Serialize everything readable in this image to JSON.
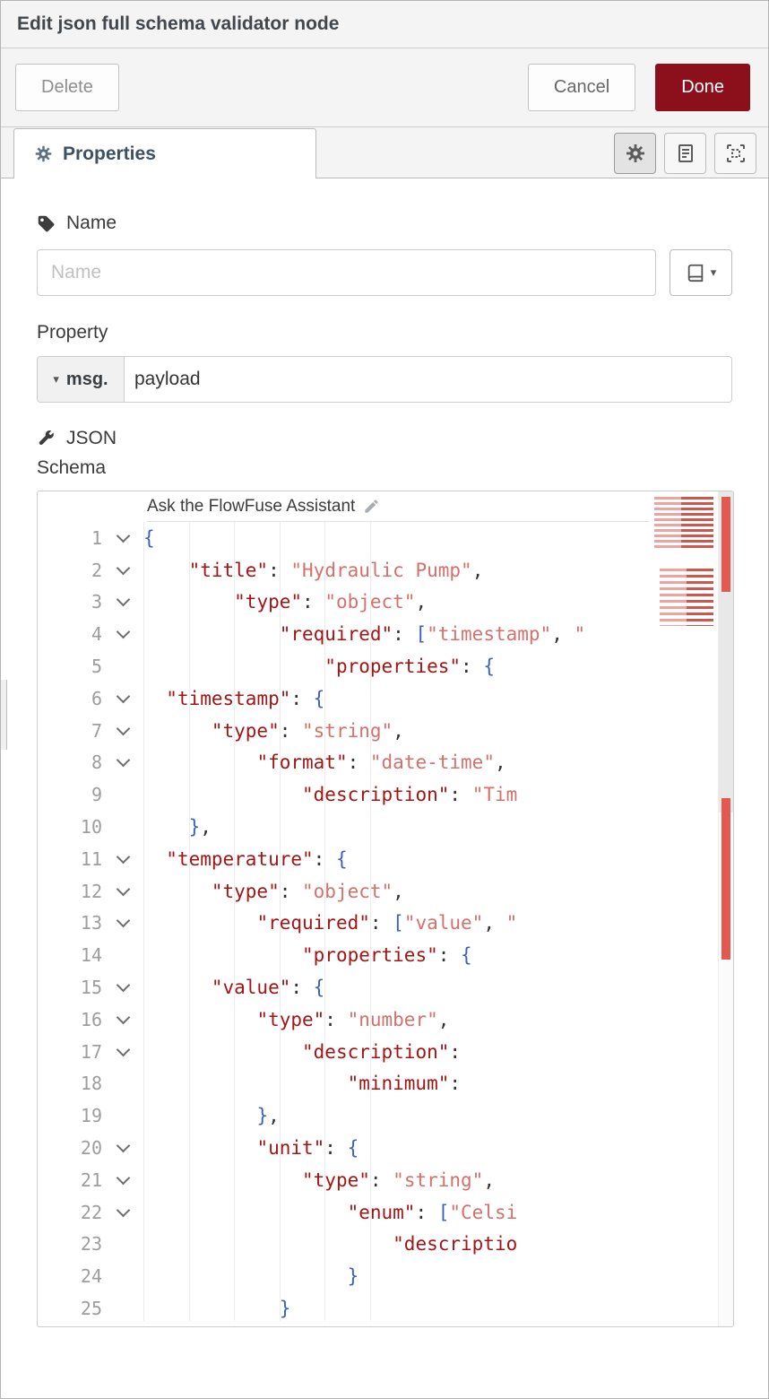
{
  "header": {
    "title": "Edit json full schema validator node"
  },
  "toolbar": {
    "delete": "Delete",
    "cancel": "Cancel",
    "done": "Done"
  },
  "tabs": {
    "properties": "Properties"
  },
  "form": {
    "name_label": "Name",
    "name_placeholder": "Name",
    "name_value": "",
    "property_label": "Property",
    "property_prefix": "msg.",
    "property_value": "payload",
    "json_label": "JSON",
    "schema_label": "Schema"
  },
  "editor": {
    "assistant_label": "Ask the FlowFuse Assistant",
    "colors": {
      "key": "#a31515",
      "string_value": "#d4716a",
      "brace": "#3c5fc0",
      "error_squiggle": "#e13b30",
      "done_button": "#8C101C",
      "minimap_error": "#e4584f"
    },
    "lines": [
      {
        "n": 1,
        "f": true,
        "i": 0,
        "t": [
          [
            "b",
            "{"
          ]
        ]
      },
      {
        "n": 2,
        "f": true,
        "i": 4,
        "t": [
          [
            "k",
            "\"title\""
          ],
          [
            "p",
            ": "
          ],
          [
            "v",
            "\"Hydraulic Pump\"",
            "u"
          ],
          [
            "p",
            ",",
            "u"
          ]
        ]
      },
      {
        "n": 3,
        "f": true,
        "i": 8,
        "t": [
          [
            "k",
            "\"type\""
          ],
          [
            "p",
            ": "
          ],
          [
            "v",
            "\"object\"",
            "u"
          ],
          [
            "p",
            ","
          ]
        ]
      },
      {
        "n": 4,
        "f": true,
        "i": 12,
        "t": [
          [
            "k",
            "\"required\""
          ],
          [
            "p",
            ": "
          ],
          [
            "b",
            "[",
            "u"
          ],
          [
            "v",
            "\"timestamp\"",
            "u"
          ],
          [
            "p",
            ", ",
            "u"
          ],
          [
            "v",
            "\"",
            "u"
          ]
        ]
      },
      {
        "n": 5,
        "f": false,
        "i": 16,
        "t": [
          [
            "k",
            "\"properties\""
          ],
          [
            "p",
            ": ",
            "u"
          ],
          [
            "b",
            "{"
          ]
        ]
      },
      {
        "n": 6,
        "f": true,
        "i": 2,
        "t": [
          [
            "k",
            "\"timestamp\""
          ],
          [
            "p",
            ": ",
            "u"
          ],
          [
            "b",
            "{"
          ]
        ]
      },
      {
        "n": 7,
        "f": true,
        "i": 6,
        "t": [
          [
            "k",
            "\"type\""
          ],
          [
            "p",
            ": "
          ],
          [
            "v",
            "\"string\"",
            "u"
          ],
          [
            "p",
            ","
          ]
        ]
      },
      {
        "n": 8,
        "f": true,
        "i": 10,
        "t": [
          [
            "k",
            "\"format\""
          ],
          [
            "p",
            ": "
          ],
          [
            "v",
            "\"date-time\"",
            "u"
          ],
          [
            "p",
            ","
          ]
        ]
      },
      {
        "n": 9,
        "f": false,
        "i": 14,
        "t": [
          [
            "k",
            "\"description\""
          ],
          [
            "p",
            ": "
          ],
          [
            "v",
            "\"Tim"
          ]
        ]
      },
      {
        "n": 10,
        "f": false,
        "i": 4,
        "t": [
          [
            "b",
            "}"
          ],
          [
            "p",
            ",",
            "u"
          ]
        ]
      },
      {
        "n": 11,
        "f": true,
        "i": 2,
        "t": [
          [
            "k",
            "\"temperature\""
          ],
          [
            "p",
            ": ",
            "u"
          ],
          [
            "b",
            "{"
          ]
        ]
      },
      {
        "n": 12,
        "f": true,
        "i": 6,
        "t": [
          [
            "k",
            "\"type\""
          ],
          [
            "p",
            ": "
          ],
          [
            "v",
            "\"object\"",
            "u"
          ],
          [
            "p",
            ","
          ]
        ]
      },
      {
        "n": 13,
        "f": true,
        "i": 10,
        "t": [
          [
            "k",
            "\"required\""
          ],
          [
            "p",
            ": "
          ],
          [
            "b",
            "[",
            "u"
          ],
          [
            "v",
            "\"value\"",
            "u"
          ],
          [
            "p",
            ", ",
            "u"
          ],
          [
            "v",
            "\"",
            "u"
          ]
        ]
      },
      {
        "n": 14,
        "f": false,
        "i": 14,
        "t": [
          [
            "k",
            "\"properties\""
          ],
          [
            "p",
            ": ",
            "u"
          ],
          [
            "b",
            "{"
          ]
        ]
      },
      {
        "n": 15,
        "f": true,
        "i": 6,
        "t": [
          [
            "k",
            "\"value\""
          ],
          [
            "p",
            ": "
          ],
          [
            "b",
            "{",
            "u"
          ]
        ]
      },
      {
        "n": 16,
        "f": true,
        "i": 10,
        "t": [
          [
            "k",
            "\"type\""
          ],
          [
            "p",
            ": "
          ],
          [
            "v",
            "\"number\"",
            "u"
          ],
          [
            "p",
            ","
          ]
        ]
      },
      {
        "n": 17,
        "f": true,
        "i": 14,
        "t": [
          [
            "k",
            "\"description\""
          ],
          [
            "p",
            ":",
            "u"
          ]
        ]
      },
      {
        "n": 18,
        "f": false,
        "i": 18,
        "t": [
          [
            "k",
            "\"minimum\""
          ],
          [
            "p",
            ":",
            "u"
          ]
        ]
      },
      {
        "n": 19,
        "f": false,
        "i": 10,
        "t": [
          [
            "b",
            "}"
          ],
          [
            "p",
            ",",
            "u"
          ]
        ]
      },
      {
        "n": 20,
        "f": true,
        "i": 10,
        "t": [
          [
            "k",
            "\"unit\""
          ],
          [
            "p",
            ": "
          ],
          [
            "b",
            "{",
            "u"
          ]
        ]
      },
      {
        "n": 21,
        "f": true,
        "i": 14,
        "t": [
          [
            "k",
            "\"type\""
          ],
          [
            "p",
            ": "
          ],
          [
            "v",
            "\"string\"",
            "u"
          ],
          [
            "p",
            ","
          ]
        ]
      },
      {
        "n": 22,
        "f": true,
        "i": 18,
        "t": [
          [
            "k",
            "\"enum\""
          ],
          [
            "p",
            ": "
          ],
          [
            "b",
            "[",
            "u"
          ],
          [
            "v",
            "\"Celsi",
            "u"
          ]
        ]
      },
      {
        "n": 23,
        "f": false,
        "i": 22,
        "t": [
          [
            "k",
            "\"descriptio"
          ]
        ]
      },
      {
        "n": 24,
        "f": false,
        "i": 18,
        "t": [
          [
            "b",
            "}"
          ]
        ]
      },
      {
        "n": 25,
        "f": false,
        "i": 12,
        "t": [
          [
            "b",
            "}"
          ]
        ]
      }
    ]
  }
}
